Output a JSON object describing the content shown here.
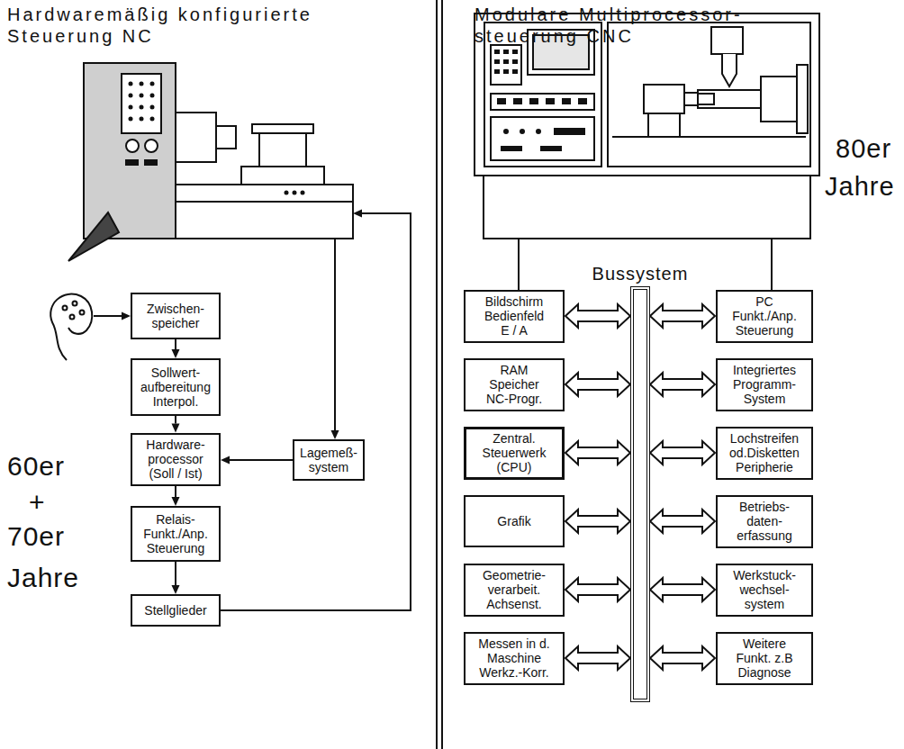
{
  "diagram": {
    "nodes": [
      {
        "text": [
          "Zwischen- speicher"
        ]
      },
      {
        "text": [
          "Sollwert- aufbereitung Interpol."
        ]
      },
      {
        "text": [
          "Hardware- processor (Soll / Ist)"
        ]
      },
      {
        "text": [
          "Relais- Funkt./Anp. Steuerung"
        ]
      },
      {
        "text": [
          "Stellglieder"
        ]
      },
      {
        "text": [
          "Lagemeß- system"
        ]
      },
      {
        "text": [
          "Bussystem"
        ]
      },
      {
        "text": [
          "Bildschirm Bedienfeld E / A"
        ]
      },
      {
        "text": [
          "PC Funkt./Anp. Steuerung"
        ]
      },
      {
        "text": [
          "RAM Speicher NC-Progr."
        ]
      },
      {
        "text": [
          "Integriertes Programm- System"
        ]
      },
      {
        "text": [
          "Zentral. Steuerwerk (CPU)"
        ]
      },
      {
        "text": [
          "Lochstreifen od.Disketten Peripherie"
        ]
      },
      {
        "text": [
          "Grafik"
        ]
      },
      {
        "text": [
          "Betriebs- daten- erfassung"
        ]
      },
      {
        "text": [
          "Geometrie- verarbeit. Achsenst."
        ]
      },
      {
        "text": [
          "Werkstuck- wechsel- system"
        ]
      },
      {
        "text": [
          "Messen in d. Maschine Werkz.-Korr."
        ]
      },
      {
        "text": [
          "Weitere Funkt. z.B Diagnose"
        ]
      }
    ],
    "edges": [
      {
        "from": 0,
        "to": 1,
        "arrow": "to"
      },
      {
        "from": 1,
        "to": 2,
        "arrow": "to"
      },
      {
        "from": 2,
        "to": 3,
        "arrow": "to"
      },
      {
        "from": 3,
        "to": 4,
        "arrow": "to"
      },
      {
        "from": 5,
        "to": 2,
        "arrow": "to"
      },
      {
        "from": 7,
        "to": 6,
        "arrow": "both"
      },
      {
        "from": 8,
        "to": 6,
        "arrow": "both"
      },
      {
        "from": 9,
        "to": 6,
        "arrow": "both"
      },
      {
        "from": 10,
        "to": 6,
        "arrow": "both"
      },
      {
        "from": 11,
        "to": 6,
        "arrow": "both"
      },
      {
        "from": 12,
        "to": 6,
        "arrow": "both"
      },
      {
        "from": 13,
        "to": 6,
        "arrow": "both"
      },
      {
        "from": 14,
        "to": 6,
        "arrow": "both"
      },
      {
        "from": 15,
        "to": 6,
        "arrow": "both"
      },
      {
        "from": 16,
        "to": 6,
        "arrow": "both"
      },
      {
        "from": 17,
        "to": 6,
        "arrow": "both"
      },
      {
        "from": 18,
        "to": 6,
        "arrow": "both"
      }
    ],
    "labels": [
      "Hardwaremäßig konfigurierte Steuerung NC",
      "Modulare Multiprocessor- steuerung CNC",
      "80er",
      "Jahre",
      "60er",
      "+",
      "70er",
      "Jahre"
    ]
  }
}
